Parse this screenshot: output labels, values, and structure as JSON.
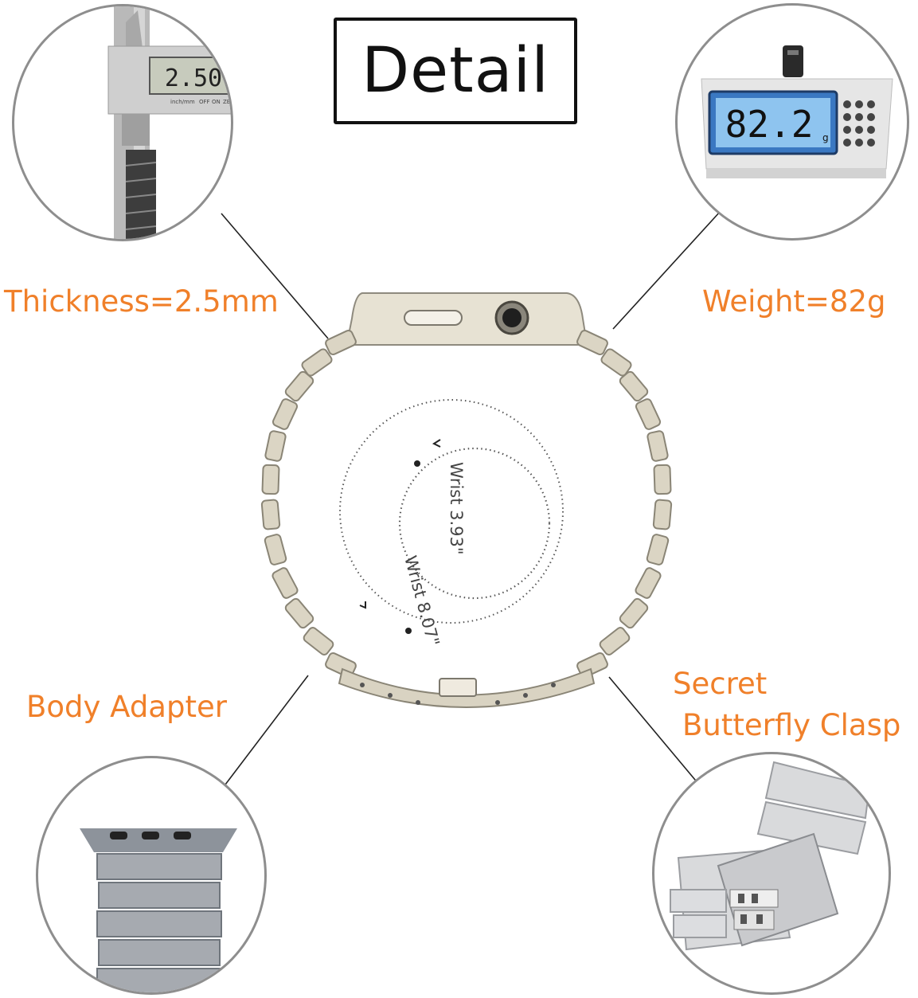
{
  "title": "Detail",
  "labels": {
    "thickness": "Thickness=2.5mm",
    "weight": "Weight=82g",
    "adapter": "Body Adapter",
    "clasp_line1": "Secret",
    "clasp_line2": "Butterfly Clasp"
  },
  "caliper": {
    "reading": "2.50",
    "buttons": [
      "OFF",
      "ON",
      "ZERO"
    ],
    "unit_caption": "inch/mm"
  },
  "scale": {
    "reading": "82.2",
    "unit": "g"
  },
  "wrist": {
    "inner": "Wrist 3.93\"",
    "outer": "Wrist 8.07\""
  },
  "colors": {
    "label": "#f0802a",
    "circle_border": "#8e8e8e",
    "band": "#d8d2c2"
  }
}
